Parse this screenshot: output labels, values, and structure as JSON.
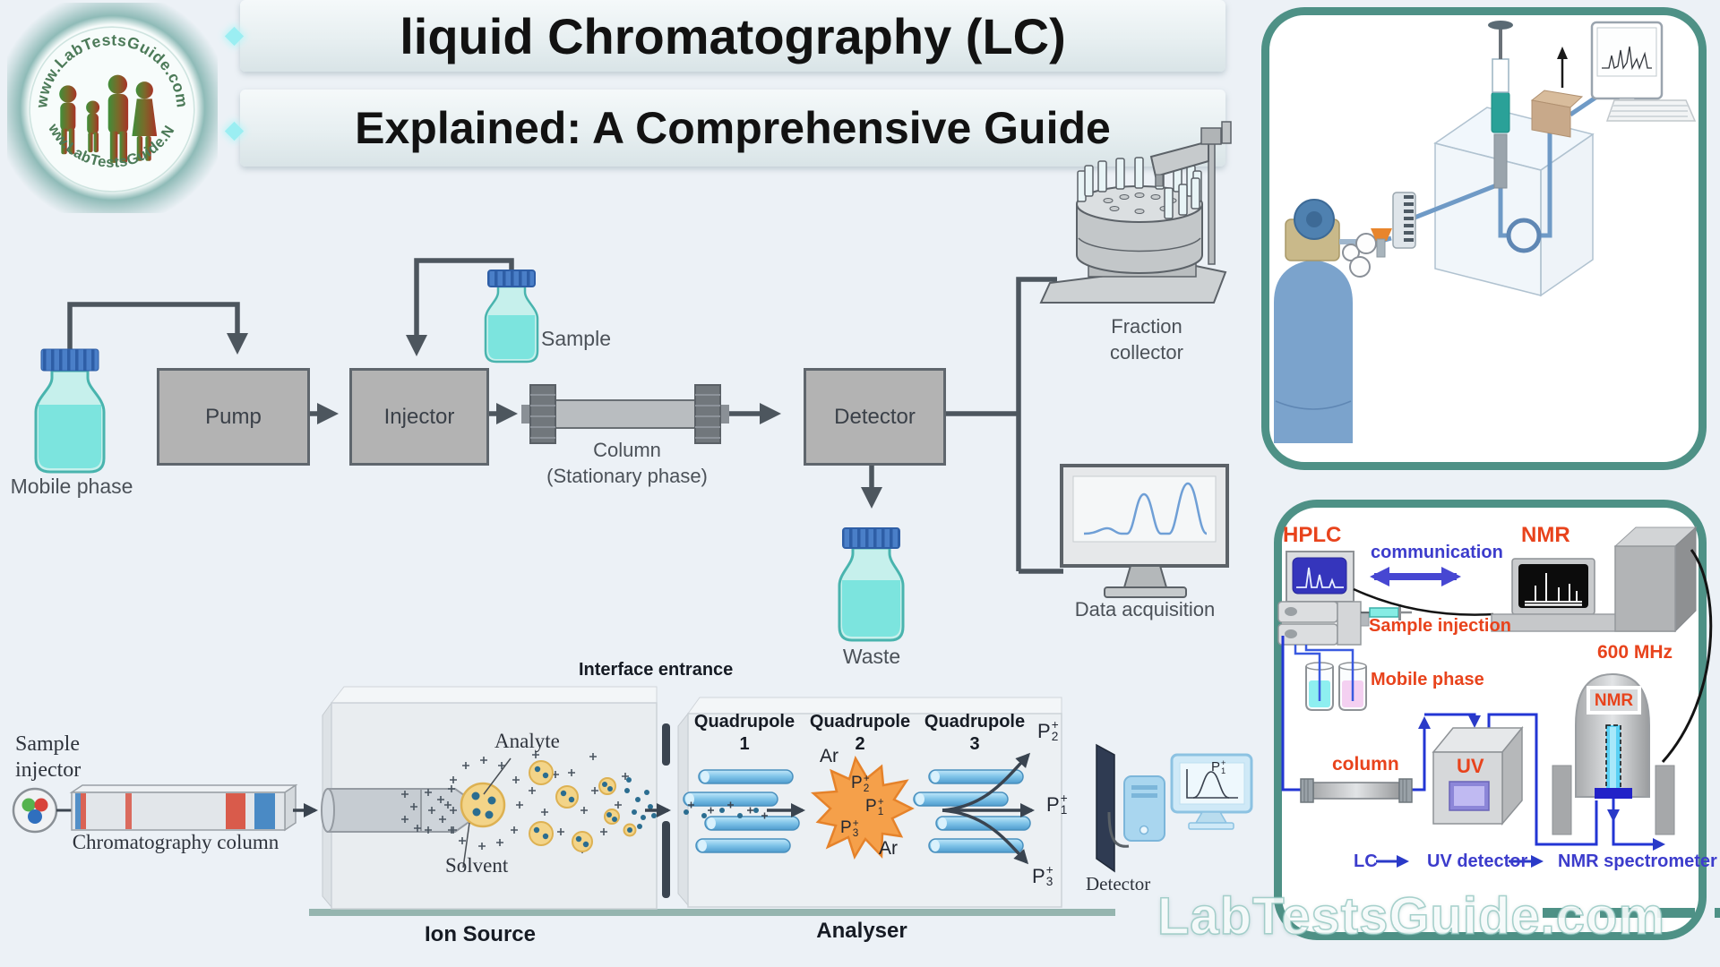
{
  "header": {
    "title": "liquid Chromatography (LC)",
    "subtitle": "Explained: A Comprehensive Guide",
    "logo_top": "www.LabTestsGuide.com",
    "logo_bottom": "www.LabTestsGuide.Net"
  },
  "flow": {
    "mobile_phase": "Mobile phase",
    "pump": "Pump",
    "injector": "Injector",
    "sample": "Sample",
    "column": "Column",
    "column_sub": "(Stationary phase)",
    "detector": "Detector",
    "waste": "Waste",
    "fraction_1": "Fraction",
    "fraction_2": "collector",
    "data_acquisition": "Data acquisition"
  },
  "ms": {
    "sample_1": "Sample",
    "sample_2": "injector",
    "chrom_column": "Chromatography column",
    "interface": "Interface entrance",
    "analyte": "Analyte",
    "solvent": "Solvent",
    "ion_source": "Ion Source",
    "analyser": "Analyser",
    "quad": "Quadrupole",
    "q1": "1",
    "q2": "2",
    "q3": "3",
    "ar": "Ar",
    "p": "P",
    "plus": "+",
    "s1": "1",
    "s2": "2",
    "s3": "3",
    "detector": "Detector"
  },
  "nmr": {
    "hplc": "HPLC",
    "communication": "communication",
    "nmr": "NMR",
    "sample_injection": "Sample injection",
    "mobile_phase": "Mobile phase",
    "mhz": "600 MHz",
    "nmr_magnet": "NMR",
    "column": "column",
    "uv": "UV",
    "lc": "LC",
    "uv_detector": "UV detector",
    "nmr_spectrometer": "NMR spectrometer"
  },
  "watermark": "LabTestsGuide.com",
  "colors": {
    "background": "#ECF1F6",
    "panel_border": "#4E9186",
    "box_fill": "#B3B3B3",
    "box_border": "#5F666D",
    "line": "#4D565E",
    "liquid_cyan": "#7CE4DE",
    "cap_blue": "#4A7FC8",
    "rod_blue": "#7EC3E8",
    "star_orange": "#F5A04A",
    "label_red": "#E8431C",
    "label_blue": "#3C3CCC",
    "chromatogram_blue": "#6F9FD6"
  }
}
